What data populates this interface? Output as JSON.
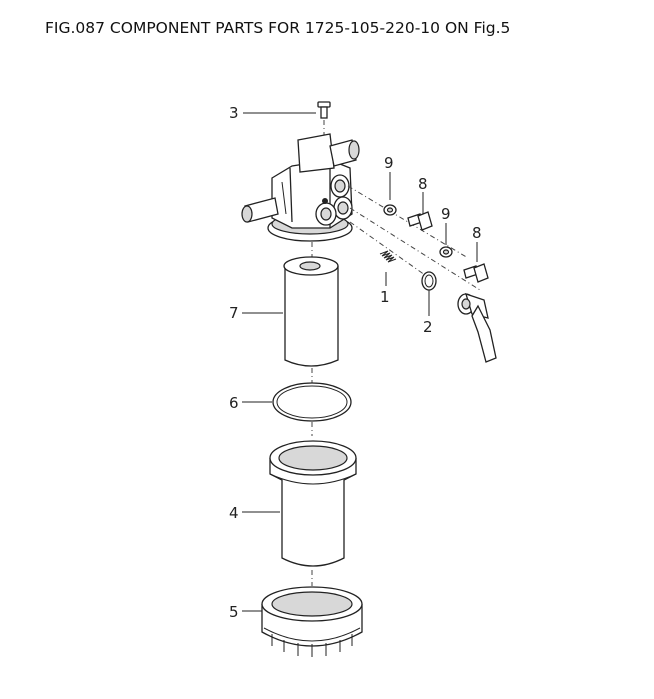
{
  "title": "FIG.087  COMPONENT PARTS    FOR 1725-105-220-10 ON Fig.5",
  "callouts": {
    "c3": "3",
    "c9a": "9",
    "c8a": "8",
    "c9b": "9",
    "c8b": "8",
    "c1": "1",
    "c2": "2",
    "c7": "7",
    "c6": "6",
    "c4": "4",
    "c5": "5"
  }
}
